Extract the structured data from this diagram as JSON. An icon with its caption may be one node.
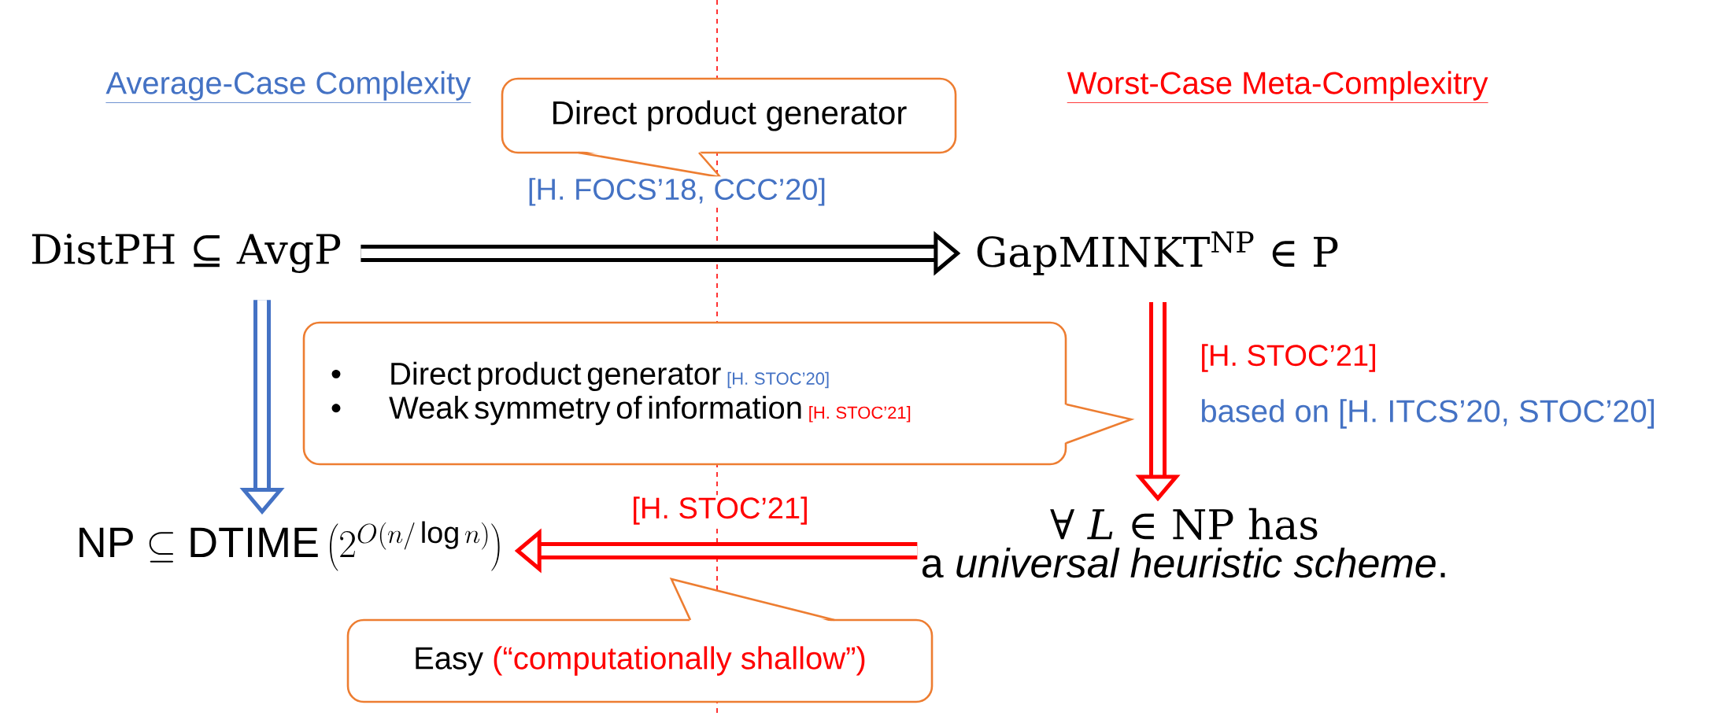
{
  "diagram": {
    "nodes": [
      {
        "text": [
          "DistPH ⊆ AvgP"
        ]
      },
      {
        "text": [
          "GapMINKT$^{NP}$ ∈ P"
        ]
      },
      {
        "text": [
          "\\mathrm{NP} \\subseteq \\mathrm{DTIME}\\left(2^{O(n/\\log n)}\\right)"
        ]
      },
      {
        "text": [
          "∀ *L* ∈ NP has",
          "a *universal heuristic scheme*."
        ]
      },
      {
        "text": [
          "Direct product generator"
        ]
      },
      {
        "text": [
          "•",
          "Direct product generator",
          "[H. STOC’20]",
          "•",
          "Weak symmetry of information",
          "[H. STOC’21]"
        ]
      },
      {
        "text": [
          "Easy",
          "(“computationally shallow”)"
        ]
      }
    ],
    "edges": [
      {
        "from": 0,
        "to": 1,
        "arrow": "to",
        "label": "[H. FOCS’18, CCC’20]",
        "color": "#000000"
      },
      {
        "from": 0,
        "to": 2,
        "arrow": "to",
        "color": "#4472c4"
      },
      {
        "from": 1,
        "to": 3,
        "arrow": "to",
        "label": "[H. STOC’21]",
        "color": "#ff0000"
      },
      {
        "from": 3,
        "to": 2,
        "arrow": "to",
        "label": "[H. STOC’21]",
        "color": "#ff0000"
      }
    ],
    "labels": [
      "Average-Case Complexity",
      "Worst-Case Meta-Complexitry",
      "based on [H. ITCS’20, STOC’20]"
    ]
  }
}
